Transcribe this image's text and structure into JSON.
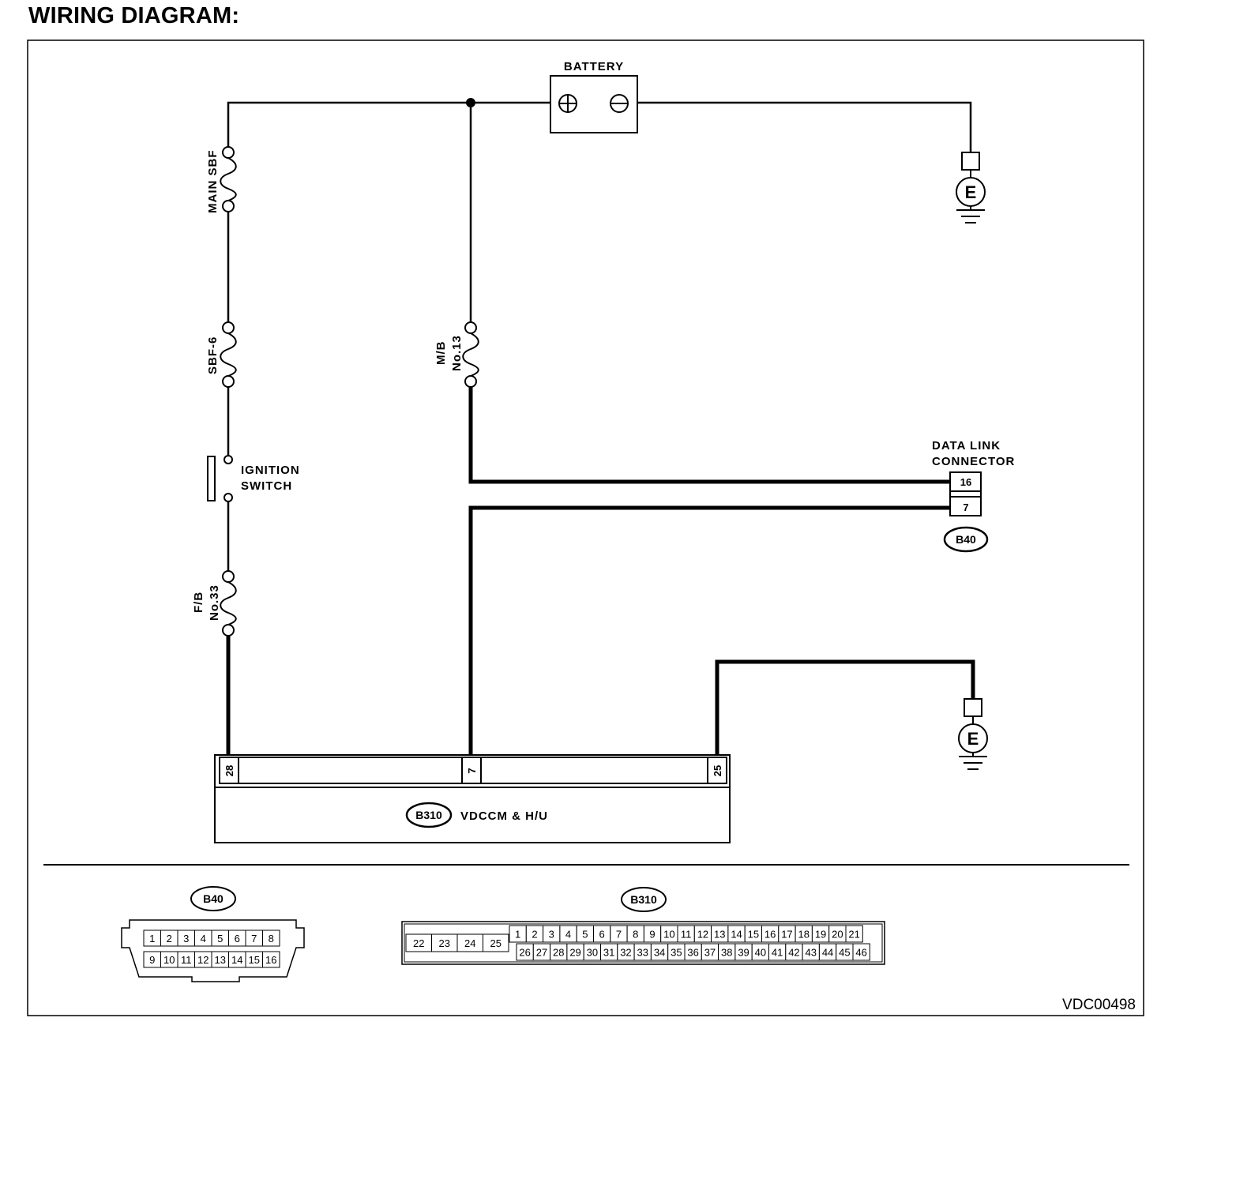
{
  "page": {
    "title": "WIRING DIAGRAM:"
  },
  "diagram": {
    "figure_id": "VDC00498",
    "battery": {
      "label": "BATTERY",
      "plus_symbol": "⊕",
      "minus_symbol": "⊖"
    },
    "fuses": {
      "main_sbf": "MAIN SBF",
      "sbf6": "SBF-6",
      "mb_no13": [
        "M/B",
        "No.13"
      ],
      "fb_no33": [
        "F/B",
        "No.33"
      ]
    },
    "ignition_switch": [
      "IGNITION",
      "SWITCH"
    ],
    "data_link_connector": {
      "label": [
        "DATA LINK",
        "CONNECTOR"
      ],
      "pins": [
        "16",
        "7"
      ],
      "code": "B40"
    },
    "ground_label": "E",
    "module": {
      "code": "B310",
      "label": "VDCCM & H/U",
      "pins": [
        "28",
        "7",
        "25"
      ]
    },
    "connector_b40": {
      "code": "B40",
      "row1": [
        "1",
        "2",
        "3",
        "4",
        "5",
        "6",
        "7",
        "8"
      ],
      "row2": [
        "9",
        "10",
        "11",
        "12",
        "13",
        "14",
        "15",
        "16"
      ]
    },
    "connector_b310": {
      "code": "B310",
      "left_pins": [
        "22",
        "23",
        "24",
        "25"
      ],
      "row1": [
        "1",
        "2",
        "3",
        "4",
        "5",
        "6",
        "7",
        "8",
        "9",
        "10",
        "11",
        "12",
        "13",
        "14",
        "15",
        "16",
        "17",
        "18",
        "19",
        "20",
        "21"
      ],
      "row2": [
        "26",
        "27",
        "28",
        "29",
        "30",
        "31",
        "32",
        "33",
        "34",
        "35",
        "36",
        "37",
        "38",
        "39",
        "40",
        "41",
        "42",
        "43",
        "44",
        "45",
        "46"
      ]
    }
  }
}
